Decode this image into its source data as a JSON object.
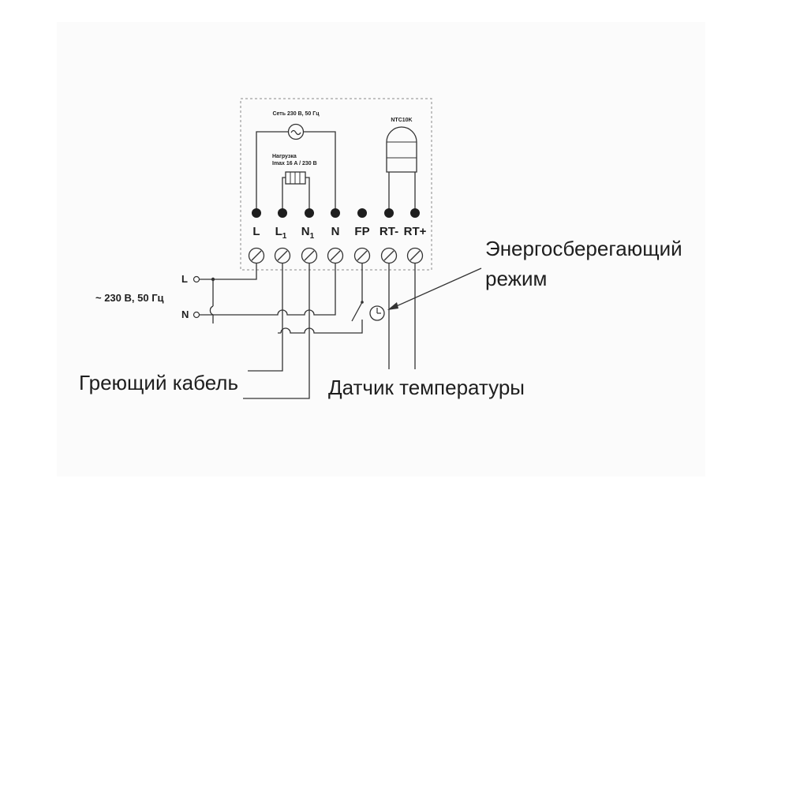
{
  "diagram": {
    "network_label": "Сеть 230 В, 50 Гц",
    "load_label_line1": "Нагрузка",
    "load_label_line2": "Imax 16 A / 230 В",
    "sensor_model": "NTC10K",
    "terminals": [
      {
        "id": "L",
        "label": "L",
        "sub": ""
      },
      {
        "id": "L1",
        "label": "L",
        "sub": "1"
      },
      {
        "id": "N1",
        "label": "N",
        "sub": "1"
      },
      {
        "id": "N",
        "label": "N",
        "sub": ""
      },
      {
        "id": "FP",
        "label": "FP",
        "sub": ""
      },
      {
        "id": "RT-",
        "label": "RT-",
        "sub": ""
      },
      {
        "id": "RT+",
        "label": "RT+",
        "sub": ""
      }
    ],
    "supply_L": "L",
    "supply_N": "N",
    "supply_label": "~ 230 В, 50 Гц",
    "caption_energy_line1": "Энергосберегающий",
    "caption_energy_line2": "режим",
    "caption_heating_cable": "Греющий кабель",
    "caption_temp_sensor": "Датчик температуры"
  },
  "colors": {
    "line": "#333333",
    "text": "#1e1e1e",
    "background": "#fbfbfb"
  }
}
